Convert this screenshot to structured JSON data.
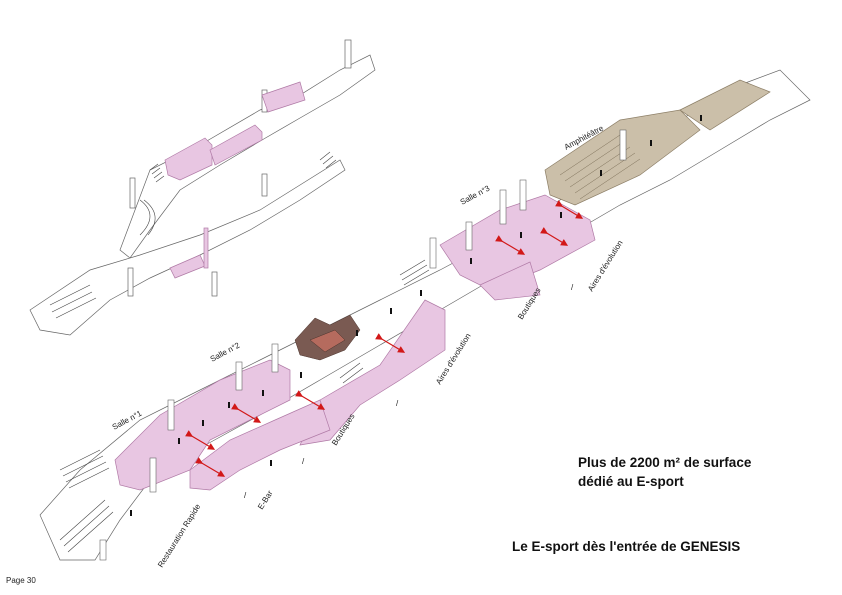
{
  "labels": {
    "salle1": "Salle n°1",
    "salle2": "Salle n°2",
    "salle3": "Salle n°3",
    "amphitheatre": "Amphitéâtre",
    "aires1": "Aires d'évolution",
    "aires2": "Aires d'évolution",
    "boutiques1": "Boutiques",
    "boutiques2": "Boutiques",
    "ebar": "E-Bar",
    "restauration": "Restauration Rapide",
    "sep": "/"
  },
  "headline": {
    "line1": "Plus de 2200 m² de surface",
    "line2": "dédié au E-sport",
    "tagline": "Le E-sport dès l'entrée de GENESIS"
  },
  "page_number": "Page 30",
  "colors": {
    "esport_zone": "#e8c6e2",
    "esport_edge": "#b07aa6",
    "amphitheatre": "#cbbfa9",
    "arrow": "#d21818",
    "line": "#555555"
  }
}
